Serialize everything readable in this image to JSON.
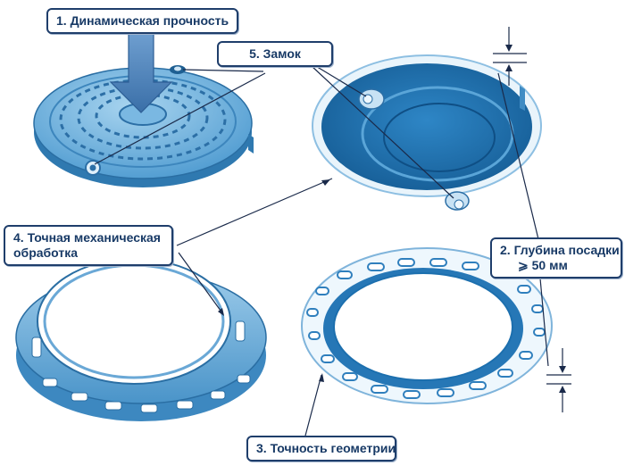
{
  "labels": {
    "dynamic_strength": "1. Динамическая прочность",
    "seating_depth_line1": "2. Глубина посадки",
    "seating_depth_line2": "⩾ 50 мм",
    "geometry_accuracy": "3. Точность геометрии",
    "machining_line1": "4. Точная механическая",
    "machining_line2": "обработка",
    "lock": "5. Замок"
  },
  "colors": {
    "metal": "#3b8fc9",
    "metal_light": "#8cc3e6",
    "metal_dark": "#1e5f92",
    "inner_blue": "#1c6fae",
    "arrow": "#4a80b8",
    "line": "#1a2a4a"
  }
}
